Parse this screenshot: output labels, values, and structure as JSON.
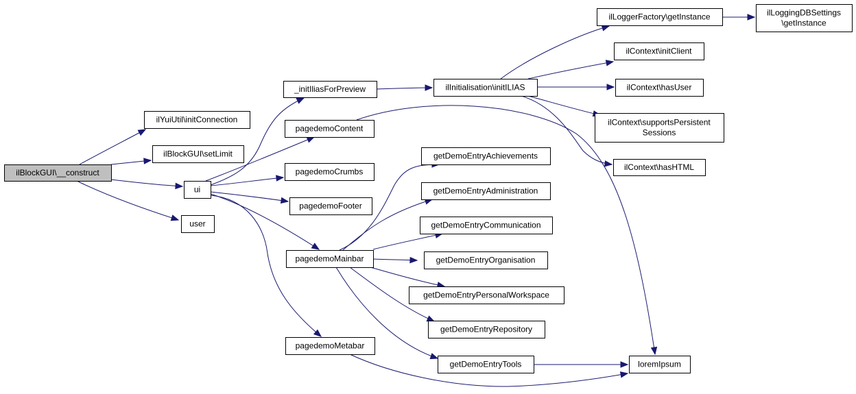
{
  "diagram": {
    "type": "call-graph",
    "colors": {
      "edge": "#191970",
      "root_fill": "#bfbfbf",
      "node_fill": "#ffffff",
      "node_border": "#000000"
    },
    "nodes": [
      {
        "id": "construct",
        "lines": [
          "ilBlockGUI\\__construct"
        ],
        "root": true
      },
      {
        "id": "yui",
        "lines": [
          "ilYuiUtil\\initConnection"
        ]
      },
      {
        "id": "setlimit",
        "lines": [
          "ilBlockGUI\\setLimit"
        ]
      },
      {
        "id": "ui",
        "lines": [
          "ui"
        ]
      },
      {
        "id": "user",
        "lines": [
          "user"
        ]
      },
      {
        "id": "initIlias",
        "lines": [
          "_initIliasForPreview"
        ]
      },
      {
        "id": "pdContent",
        "lines": [
          "pagedemoContent"
        ]
      },
      {
        "id": "pdCrumbs",
        "lines": [
          "pagedemoCrumbs"
        ]
      },
      {
        "id": "pdFooter",
        "lines": [
          "pagedemoFooter"
        ]
      },
      {
        "id": "pdMainbar",
        "lines": [
          "pagedemoMainbar"
        ]
      },
      {
        "id": "pdMetabar",
        "lines": [
          "pagedemoMetabar"
        ]
      },
      {
        "id": "initILIAS",
        "lines": [
          "ilInitialisation\\initILIAS"
        ]
      },
      {
        "id": "gAch",
        "lines": [
          "getDemoEntryAchievements"
        ]
      },
      {
        "id": "gAdm",
        "lines": [
          "getDemoEntryAdministration"
        ]
      },
      {
        "id": "gCom",
        "lines": [
          "getDemoEntryCommunication"
        ]
      },
      {
        "id": "gOrg",
        "lines": [
          "getDemoEntryOrganisation"
        ]
      },
      {
        "id": "gPer",
        "lines": [
          "getDemoEntryPersonalWorkspace"
        ]
      },
      {
        "id": "gRep",
        "lines": [
          "getDemoEntryRepository"
        ]
      },
      {
        "id": "gTool",
        "lines": [
          "getDemoEntryTools"
        ]
      },
      {
        "id": "logFactory",
        "lines": [
          "ilLoggerFactory\\getInstance"
        ]
      },
      {
        "id": "ctxInit",
        "lines": [
          "ilContext\\initClient"
        ]
      },
      {
        "id": "ctxUser",
        "lines": [
          "ilContext\\hasUser"
        ]
      },
      {
        "id": "ctxPersist",
        "lines": [
          "ilContext\\supportsPersistent",
          "Sessions"
        ]
      },
      {
        "id": "ctxHtml",
        "lines": [
          "ilContext\\hasHTML"
        ]
      },
      {
        "id": "lorem",
        "lines": [
          "loremIpsum"
        ]
      },
      {
        "id": "logDB",
        "lines": [
          "ilLoggingDBSettings",
          "\\getInstance"
        ]
      }
    ],
    "edges": [
      [
        "construct",
        "yui"
      ],
      [
        "construct",
        "setlimit"
      ],
      [
        "construct",
        "ui"
      ],
      [
        "construct",
        "user"
      ],
      [
        "ui",
        "initIlias"
      ],
      [
        "ui",
        "pdContent"
      ],
      [
        "ui",
        "pdCrumbs"
      ],
      [
        "ui",
        "pdFooter"
      ],
      [
        "ui",
        "pdMainbar"
      ],
      [
        "ui",
        "pdMetabar"
      ],
      [
        "initIlias",
        "initILIAS"
      ],
      [
        "initILIAS",
        "logFactory"
      ],
      [
        "initILIAS",
        "ctxInit"
      ],
      [
        "initILIAS",
        "ctxUser"
      ],
      [
        "initILIAS",
        "ctxPersist"
      ],
      [
        "initILIAS",
        "ctxHtml"
      ],
      [
        "logFactory",
        "logDB"
      ],
      [
        "pdContent",
        "lorem"
      ],
      [
        "pdMainbar",
        "gAch"
      ],
      [
        "pdMainbar",
        "gAdm"
      ],
      [
        "pdMainbar",
        "gCom"
      ],
      [
        "pdMainbar",
        "gOrg"
      ],
      [
        "pdMainbar",
        "gPer"
      ],
      [
        "pdMainbar",
        "gRep"
      ],
      [
        "pdMainbar",
        "gTool"
      ],
      [
        "gTool",
        "lorem"
      ],
      [
        "pdMetabar",
        "lorem"
      ]
    ]
  }
}
